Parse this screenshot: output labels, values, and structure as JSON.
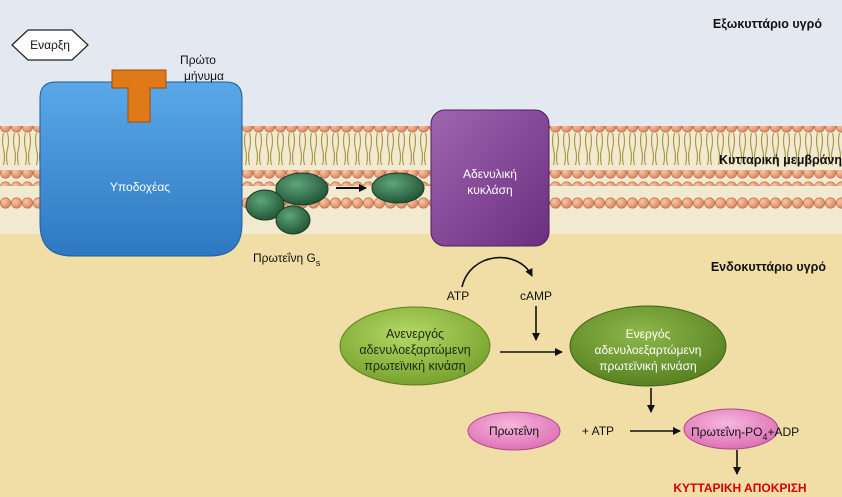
{
  "regions": {
    "extracellular": "Εξωκυττάριο υγρό",
    "membrane": "Κυτταρική μεμβράνη",
    "intracellular": "Ενδοκυττάριο υγρό"
  },
  "start_label": "Εναρξη",
  "first_messenger": [
    "Πρώτο",
    "μήνυμα"
  ],
  "receptor_label": "Υποδοχέας",
  "gs_protein": {
    "main": "Πρωτεΐνη G",
    "sub": "s"
  },
  "adenylyl_cyclase": [
    "Αδενυλική",
    "κυκλάση"
  ],
  "atp_label": "ATP",
  "camp_label": "cAMP",
  "inactive_kinase": [
    "Ανενεργός",
    "αδενυλοεξαρτώμενη",
    "πρωτεϊνική κινάση"
  ],
  "active_kinase": [
    "Ενεργός",
    "αδενυλοεξαρτώμενη",
    "πρωτεϊνική κινάση"
  ],
  "protein_label": "Πρωτεΐνη",
  "plus_atp": "+ ATP",
  "protein_po4": {
    "main": "Πρωτεΐνη-PO",
    "sub": "4",
    "tail": "+ADP"
  },
  "cell_response": "ΚΥΤΤΑΡΙΚΗ ΑΠΟΚΡΙΣΗ",
  "colors": {
    "extracellular_bg": "#e4e8f1",
    "intracellular_bg": "#f0dea6",
    "receptor": "#3f8fd6",
    "ligand": "#e07a18",
    "gprotein": "#2d6b46",
    "adenylyl_cyclase": "#7a3e8c",
    "kinase": "#8ab83a",
    "pink": "#ea86c6",
    "response": "#d60000"
  }
}
